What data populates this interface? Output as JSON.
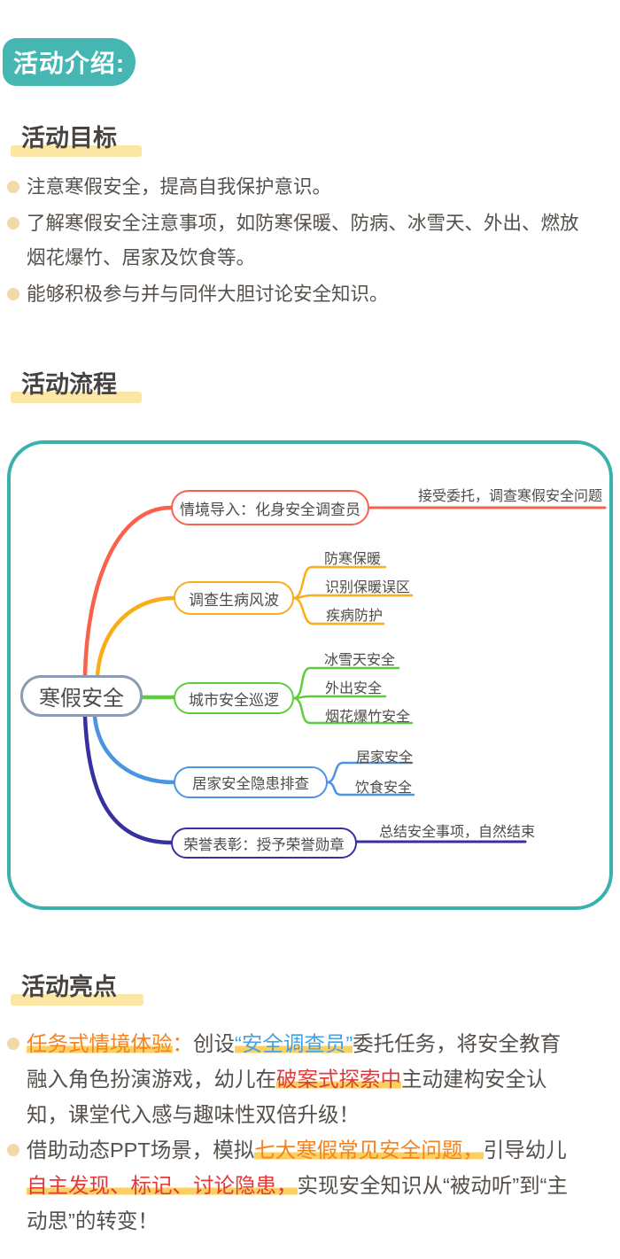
{
  "badge": {
    "label": "活动介绍:"
  },
  "goals": {
    "title": "活动目标",
    "bullets": [
      "注意寒假安全，提高自我保护意识。",
      "了解寒假安全注意事项，如防寒保暖、防病、冰雪天、外出、燃放烟花爆竹、居家及饮食等。",
      "能够积极参与并与同伴大胆讨论安全知识。"
    ]
  },
  "flow": {
    "title": "活动流程",
    "mindmap": {
      "root": "寒假安全",
      "branches": [
        {
          "label": "情境导入：化身安全调查员",
          "note": "接受委托，调查寒假安全问题",
          "color": "#f9614d"
        },
        {
          "label": "调查生病风波",
          "children": [
            "防寒保暖",
            "识别保暖误区",
            "疾病防护"
          ],
          "color": "#f9ad19"
        },
        {
          "label": "城市安全巡逻",
          "children": [
            "冰雪天安全",
            "外出安全",
            "烟花爆竹安全"
          ],
          "color": "#5ecd3c"
        },
        {
          "label": "居家安全隐患排查",
          "children": [
            "居家安全",
            "饮食安全"
          ],
          "color": "#4a94e2"
        },
        {
          "label": "荣誉表彰：授予荣誉勋章",
          "note": "总结安全事项，自然结束",
          "color": "#39309f"
        }
      ]
    }
  },
  "highlights": {
    "title": "活动亮点",
    "bullet1": {
      "orange_phrase": "任务式情境体验",
      "colon": "：",
      "plain1": "创设",
      "blue_phrase": "“安全调查员”",
      "plain2": "委托任务，将安全教育融入角色扮演游戏，幼儿在",
      "red_phrase": "破案式探索中",
      "plain3": "主动建构安全认知，课堂代入感与趣味性双倍升级！"
    },
    "bullet2": {
      "plain1": "借助动态PPT场景，模拟",
      "orange_phrase": "七大寒假常见安全问题，",
      "plain2": "引导幼儿",
      "red_phrase": "自主发现、标记、讨论隐患，",
      "plain3": "实现安全知识从“被动听”到“主动思”的转变！"
    }
  },
  "colors": {
    "teal": "#46b6b3",
    "panel_border": "#3ab1ad",
    "coral": "#f9614d",
    "orange": "#f9ad19",
    "green": "#5ecd3c",
    "blue": "#4a94e2",
    "indigo": "#39309f",
    "root_border": "#8b9cb3",
    "text_dark": "#55504b",
    "text_orange": "#f5821e",
    "text_red": "#e23a3a",
    "text_blue": "#46a0e2",
    "heading_highlight": "#fbe7a3",
    "wave_highlight": "#fcd05c",
    "bullet_dot": "#f1d9a8"
  }
}
